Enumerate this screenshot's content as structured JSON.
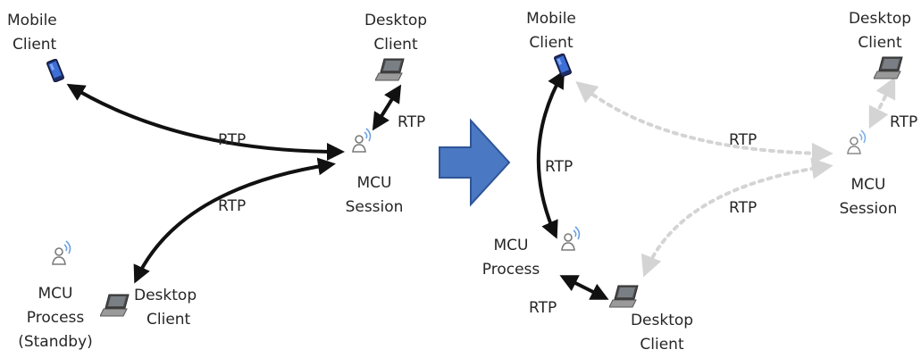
{
  "left_panel": {
    "mobile_client": {
      "line1": "Mobile",
      "line2": "Client"
    },
    "desktop_client_top": {
      "line1": "Desktop",
      "line2": "Client"
    },
    "mcu_session": {
      "line1": "MCU",
      "line2": "Session"
    },
    "mcu_process_standby": {
      "line1": "MCU",
      "line2": "Process",
      "line3": "(Standby)"
    },
    "desktop_client_bottom": {
      "line1": "Desktop",
      "line2": "Client"
    },
    "rtp_labels": [
      "RTP",
      "RTP",
      "RTP"
    ]
  },
  "right_panel": {
    "mobile_client": {
      "line1": "Mobile",
      "line2": "Client"
    },
    "desktop_client_top": {
      "line1": "Desktop",
      "line2": "Client"
    },
    "mcu_session": {
      "line1": "MCU",
      "line2": "Session"
    },
    "mcu_process": {
      "line1": "MCU",
      "line2": "Process"
    },
    "desktop_client_bottom": {
      "line1": "Desktop",
      "line2": "Client"
    },
    "rtp_labels": [
      "RTP",
      "RTP",
      "RTP",
      "RTP",
      "RTP"
    ]
  },
  "colors": {
    "active_connection": "#111111",
    "inactive_connection": "#d4d4d4",
    "transition_arrow": "#4a78c2",
    "transition_arrow_stroke": "#2f5597"
  },
  "icons": [
    "mobile-phone-icon",
    "laptop-icon",
    "mcu-person-wireless-icon",
    "transition-arrow-icon"
  ]
}
